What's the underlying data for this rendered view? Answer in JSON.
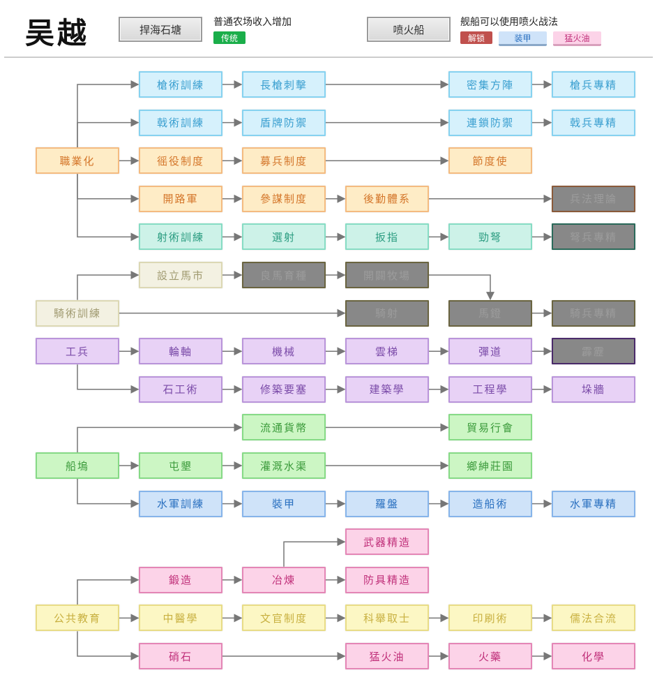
{
  "header": {
    "civ_name": "吴越",
    "wonder1": {
      "label": "捍海石塘",
      "desc": "普通农场收入增加",
      "tags": [
        {
          "label": "传统",
          "bg": "#1aae4a",
          "fg": "#ffffff"
        }
      ]
    },
    "wonder2": {
      "label": "喷火船",
      "desc": "舰船可以使用喷火战法",
      "tags": [
        {
          "label": "解锁",
          "bg": "#c0504d",
          "fg": "#ffffff"
        },
        {
          "label": "装甲",
          "bg": "#cfe3f9",
          "fg": "#2a70c0"
        },
        {
          "label": "猛火油",
          "bg": "#fcd3e8",
          "fg": "#c0307a"
        }
      ]
    }
  },
  "nodes": [
    {
      "id": "a1",
      "label": "槍術訓練",
      "theme": "blue"
    },
    {
      "id": "a2",
      "label": "長槍刺擊",
      "theme": "blue"
    },
    {
      "id": "a3",
      "label": "密集方陣",
      "theme": "blue"
    },
    {
      "id": "a4",
      "label": "槍兵專精",
      "theme": "blue"
    },
    {
      "id": "b1",
      "label": "戟術訓練",
      "theme": "blue"
    },
    {
      "id": "b2",
      "label": "盾牌防禦",
      "theme": "blue"
    },
    {
      "id": "b3",
      "label": "連鎖防禦",
      "theme": "blue"
    },
    {
      "id": "b4",
      "label": "戟兵專精",
      "theme": "blue"
    },
    {
      "id": "c0",
      "label": "職業化",
      "theme": "orange"
    },
    {
      "id": "c1",
      "label": "徭役制度",
      "theme": "orange"
    },
    {
      "id": "c2",
      "label": "募兵制度",
      "theme": "orange"
    },
    {
      "id": "c3",
      "label": "節度使",
      "theme": "orange"
    },
    {
      "id": "d1",
      "label": "開路軍",
      "theme": "orange"
    },
    {
      "id": "d2",
      "label": "參謀制度",
      "theme": "orange"
    },
    {
      "id": "d3",
      "label": "後勤體系",
      "theme": "orange"
    },
    {
      "id": "d4",
      "label": "兵法理論",
      "theme": "orange",
      "locked": true
    },
    {
      "id": "e1",
      "label": "射術訓練",
      "theme": "teal"
    },
    {
      "id": "e2",
      "label": "選射",
      "theme": "teal"
    },
    {
      "id": "e3",
      "label": "扳指",
      "theme": "teal"
    },
    {
      "id": "e4",
      "label": "勁弩",
      "theme": "teal"
    },
    {
      "id": "e5",
      "label": "弩兵專精",
      "theme": "teal",
      "locked": true
    },
    {
      "id": "f1",
      "label": "設立馬市",
      "theme": "beige"
    },
    {
      "id": "f2",
      "label": "良馬育種",
      "theme": "beige",
      "locked": true
    },
    {
      "id": "f3",
      "label": "開闢牧場",
      "theme": "beige",
      "locked": true
    },
    {
      "id": "g0",
      "label": "騎術訓練",
      "theme": "beige"
    },
    {
      "id": "g1",
      "label": "騎射",
      "theme": "beige",
      "locked": true
    },
    {
      "id": "g2",
      "label": "馬鐙",
      "theme": "beige",
      "locked": true
    },
    {
      "id": "g3",
      "label": "騎兵專精",
      "theme": "beige",
      "locked": true
    },
    {
      "id": "h0",
      "label": "工兵",
      "theme": "purple"
    },
    {
      "id": "h1",
      "label": "輪軸",
      "theme": "purple"
    },
    {
      "id": "h2",
      "label": "機械",
      "theme": "purple"
    },
    {
      "id": "h3",
      "label": "雲梯",
      "theme": "purple"
    },
    {
      "id": "h4",
      "label": "彈道",
      "theme": "purple"
    },
    {
      "id": "h5",
      "label": "霹靂",
      "theme": "purple",
      "locked": true
    },
    {
      "id": "i1",
      "label": "石工術",
      "theme": "purple"
    },
    {
      "id": "i2",
      "label": "修築要塞",
      "theme": "purple"
    },
    {
      "id": "i3",
      "label": "建築學",
      "theme": "purple"
    },
    {
      "id": "i4",
      "label": "工程學",
      "theme": "purple"
    },
    {
      "id": "i5",
      "label": "垛牆",
      "theme": "purple"
    },
    {
      "id": "j1",
      "label": "流通貨幣",
      "theme": "green"
    },
    {
      "id": "j2",
      "label": "貿易行會",
      "theme": "green"
    },
    {
      "id": "k0",
      "label": "船塢",
      "theme": "green"
    },
    {
      "id": "k1",
      "label": "屯墾",
      "theme": "green"
    },
    {
      "id": "k2",
      "label": "灌溉水渠",
      "theme": "green"
    },
    {
      "id": "k3",
      "label": "鄉紳莊園",
      "theme": "green"
    },
    {
      "id": "l1",
      "label": "水軍訓練",
      "theme": "navy"
    },
    {
      "id": "l2",
      "label": "裝甲",
      "theme": "navy"
    },
    {
      "id": "l3",
      "label": "羅盤",
      "theme": "navy"
    },
    {
      "id": "l4",
      "label": "造船術",
      "theme": "navy"
    },
    {
      "id": "l5",
      "label": "水軍專精",
      "theme": "navy"
    },
    {
      "id": "m1",
      "label": "武器精造",
      "theme": "pink"
    },
    {
      "id": "n1",
      "label": "鍛造",
      "theme": "pink"
    },
    {
      "id": "n2",
      "label": "冶煉",
      "theme": "pink"
    },
    {
      "id": "n3",
      "label": "防具精造",
      "theme": "pink"
    },
    {
      "id": "o0",
      "label": "公共教育",
      "theme": "yellow"
    },
    {
      "id": "o1",
      "label": "中醫學",
      "theme": "yellow"
    },
    {
      "id": "o2",
      "label": "文官制度",
      "theme": "yellow"
    },
    {
      "id": "o3",
      "label": "科舉取士",
      "theme": "yellow"
    },
    {
      "id": "o4",
      "label": "印刷術",
      "theme": "yellow"
    },
    {
      "id": "o5",
      "label": "儒法合流",
      "theme": "yellow"
    },
    {
      "id": "p1",
      "label": "硝石",
      "theme": "pink"
    },
    {
      "id": "p2",
      "label": "猛火油",
      "theme": "pink"
    },
    {
      "id": "p3",
      "label": "火藥",
      "theme": "pink"
    },
    {
      "id": "p4",
      "label": "化學",
      "theme": "pink"
    }
  ],
  "edges": [
    [
      "c0",
      "a1"
    ],
    [
      "a1",
      "a2"
    ],
    [
      "a2",
      "a3"
    ],
    [
      "a3",
      "a4"
    ],
    [
      "c0",
      "b1"
    ],
    [
      "b1",
      "b2"
    ],
    [
      "b2",
      "b3"
    ],
    [
      "b3",
      "b4"
    ],
    [
      "c0",
      "c1"
    ],
    [
      "c1",
      "c2"
    ],
    [
      "c2",
      "c3"
    ],
    [
      "c0",
      "d1"
    ],
    [
      "d1",
      "d2"
    ],
    [
      "d2",
      "d3"
    ],
    [
      "d3",
      "d4"
    ],
    [
      "c0",
      "e1"
    ],
    [
      "e1",
      "e2"
    ],
    [
      "e2",
      "e3"
    ],
    [
      "e3",
      "e4"
    ],
    [
      "e4",
      "e5"
    ],
    [
      "g0",
      "f1"
    ],
    [
      "f1",
      "f2"
    ],
    [
      "f2",
      "f3"
    ],
    [
      "f3",
      "g2"
    ],
    [
      "g0",
      "g1"
    ],
    [
      "g2",
      "g3"
    ],
    [
      "h0",
      "h1"
    ],
    [
      "h1",
      "h2"
    ],
    [
      "h2",
      "h3"
    ],
    [
      "h3",
      "h4"
    ],
    [
      "h4",
      "h5"
    ],
    [
      "h0",
      "i1"
    ],
    [
      "i1",
      "i2"
    ],
    [
      "i2",
      "i3"
    ],
    [
      "i3",
      "i4"
    ],
    [
      "i4",
      "i5"
    ],
    [
      "k0",
      "j1"
    ],
    [
      "j1",
      "j2"
    ],
    [
      "k0",
      "k1"
    ],
    [
      "k1",
      "k2"
    ],
    [
      "k2",
      "k3"
    ],
    [
      "k0",
      "l1"
    ],
    [
      "l1",
      "l2"
    ],
    [
      "l2",
      "l3"
    ],
    [
      "l3",
      "l4"
    ],
    [
      "l4",
      "l5"
    ],
    [
      "n2",
      "m1"
    ],
    [
      "o0",
      "n1"
    ],
    [
      "n1",
      "n2"
    ],
    [
      "n2",
      "n3"
    ],
    [
      "o0",
      "o1"
    ],
    [
      "o1",
      "o2"
    ],
    [
      "o2",
      "o3"
    ],
    [
      "o3",
      "o4"
    ],
    [
      "o4",
      "o5"
    ],
    [
      "o0",
      "p1"
    ],
    [
      "p1",
      "p2"
    ],
    [
      "p2",
      "p3"
    ],
    [
      "p3",
      "p4"
    ]
  ]
}
